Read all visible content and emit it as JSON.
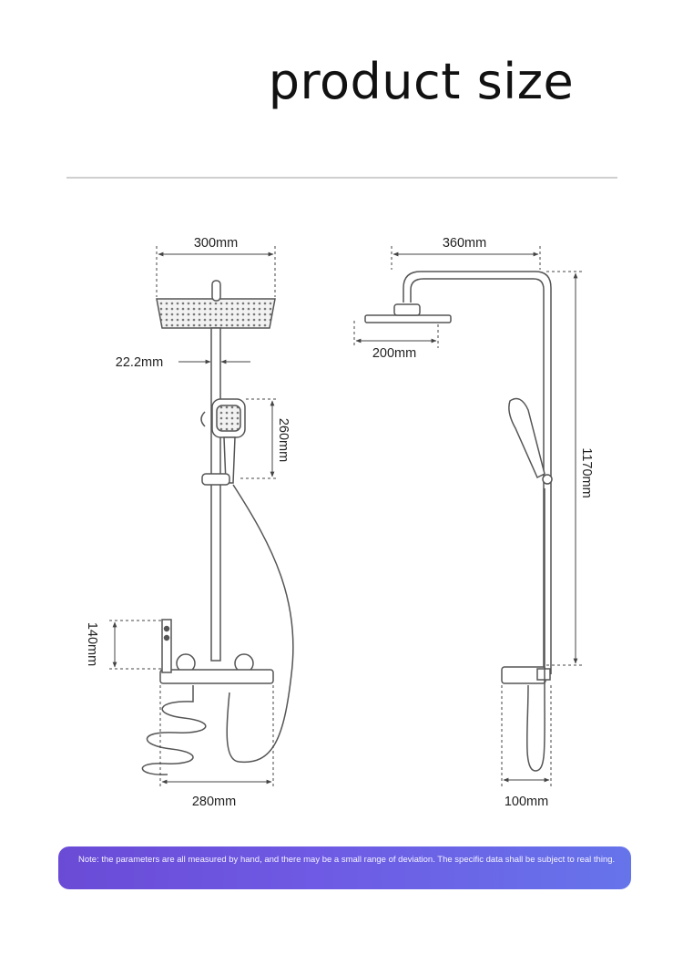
{
  "title": "product size",
  "front_view": {
    "width_top": "300mm",
    "pipe_diameter": "22.2mm",
    "handshower_height": "260mm",
    "panel_height": "140mm",
    "width_bottom": "280mm"
  },
  "side_view": {
    "arm_length": "360mm",
    "head_diameter": "200mm",
    "total_height": "1170mm",
    "depth": "100mm"
  },
  "note": "Note: the parameters are all measured by hand, and there may be a small range of deviation. The specific data shall be subject to real thing.",
  "colors": {
    "line": "#555555",
    "dim_line": "#444444",
    "note_bg": "#6a5ae0",
    "divider": "#cfcfcf"
  }
}
